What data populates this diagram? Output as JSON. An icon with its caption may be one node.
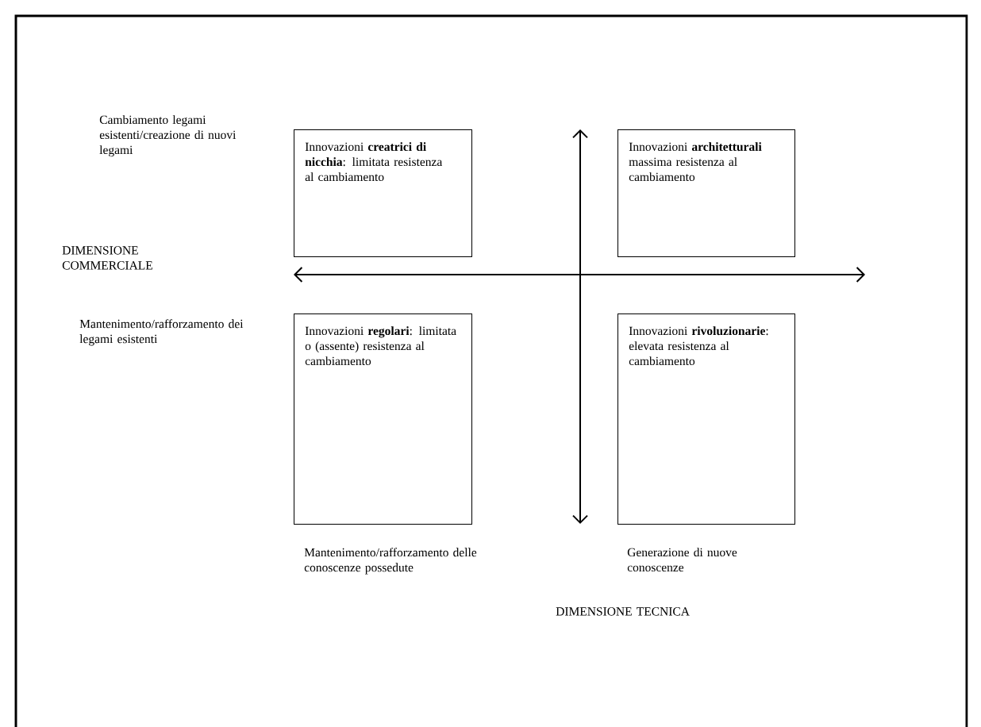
{
  "diagram": {
    "nodes": [
      {
        "text": [
          "Innovazioni **creatrici di nicchia**: limitata resistenza al cambiamento"
        ]
      },
      {
        "text": [
          "Innovazioni **architetturali** massima resistenza al cambiamento"
        ]
      },
      {
        "text": [
          "Innovazioni **regolari**: limitata o (assente) resistenza al cambiamento"
        ]
      },
      {
        "text": [
          "Innovazioni **rivoluzionarie**: elevata resistenza al cambiamento"
        ]
      }
    ],
    "labels": [
      "Cambiamento legami esistenti/creazione di nuovi legami",
      "DIMENSIONE COMMERCIALE",
      "Mantenimento/rafforzamento dei legami esistenti",
      "Mantenimento/rafforzamento delle conoscenze possedute",
      "Generazione di nuove conoscenze",
      "DIMENSIONE TECNICA"
    ]
  }
}
